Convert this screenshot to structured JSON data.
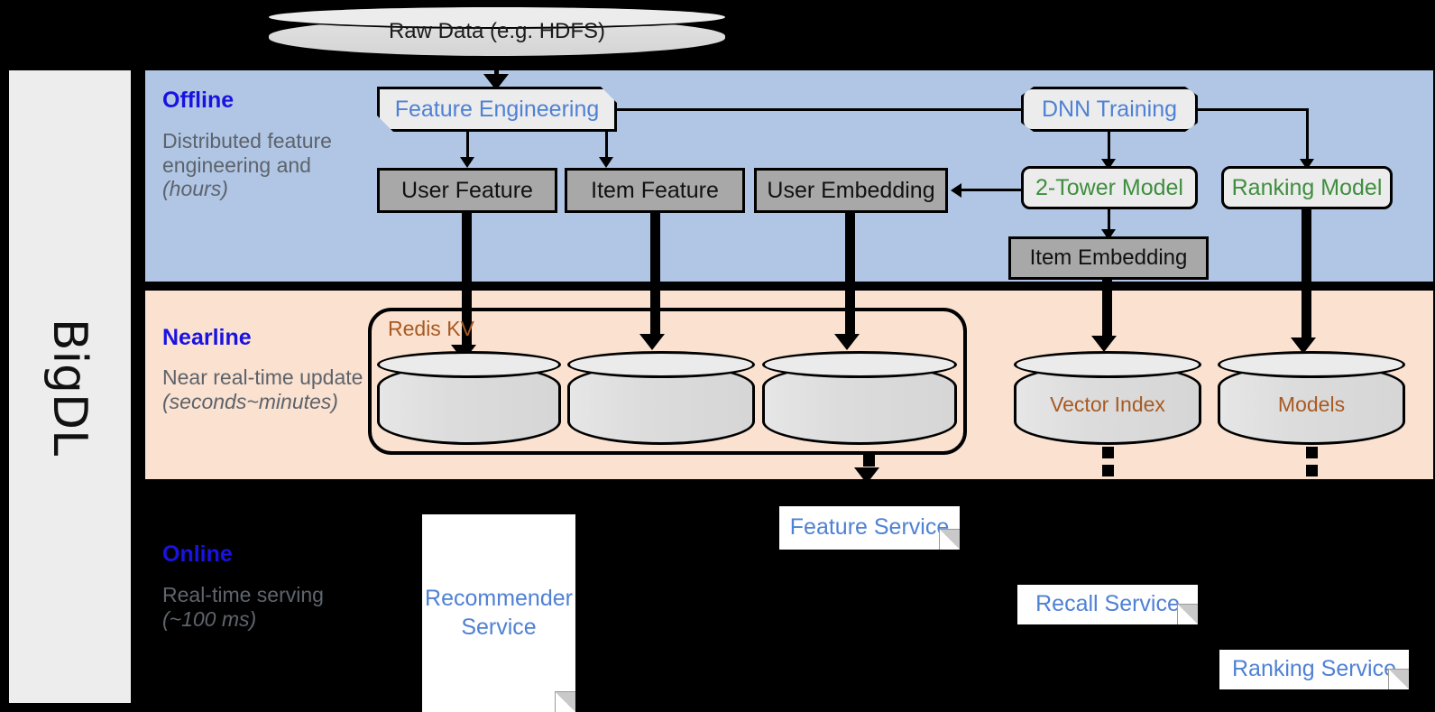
{
  "framework": {
    "name": "BigDL"
  },
  "source": {
    "label": "Raw Data (e.g. HDFS)",
    "shape": "cylinder-disk"
  },
  "bands": [
    {
      "id": "offline",
      "title": "Offline",
      "subtitle": "Distributed feature engineering and ",
      "subtitle_italic": "(hours)",
      "bg": "#b0c6e4"
    },
    {
      "id": "nearline",
      "title": "Nearline",
      "subtitle": "Near real-time update ",
      "subtitle_italic": "(seconds~minutes)",
      "bg": "#fae1d0"
    },
    {
      "id": "online",
      "title": "Online",
      "subtitle": "Real-time serving ",
      "subtitle_italic": "(~100 ms)",
      "bg": "#000000"
    }
  ],
  "offline": {
    "feature_engineering": {
      "label": "Feature Engineering",
      "color": "#4f81d4"
    },
    "dnn_training": {
      "label": "DNN Training",
      "color": "#4f81d4"
    },
    "user_feature": {
      "label": "User Feature"
    },
    "item_feature": {
      "label": "Item Feature"
    },
    "user_embedding": {
      "label": "User Embedding"
    },
    "two_tower_model": {
      "label": "2-Tower Model",
      "color": "#3f8e3f"
    },
    "ranking_model": {
      "label": "Ranking Model",
      "color": "#3f8e3f"
    },
    "item_embedding": {
      "label": "Item Embedding"
    }
  },
  "nearline": {
    "redis_kv": {
      "label": "Redis KV",
      "color": "#a85a22"
    },
    "stores": [
      {
        "label": ""
      },
      {
        "label": ""
      },
      {
        "label": ""
      }
    ],
    "vector_index": {
      "label": "Vector Index",
      "color": "#a85a22"
    },
    "models": {
      "label": "Models",
      "color": "#a85a22"
    }
  },
  "online": {
    "recommender_service": {
      "label": "Recommender Service",
      "color": "#4f81d4"
    },
    "feature_service": {
      "label": "Feature Service",
      "color": "#4f81d4"
    },
    "recall_service": {
      "label": "Recall Service",
      "color": "#4f81d4"
    },
    "ranking_service": {
      "label": "Ranking Service",
      "color": "#4f81d4"
    }
  },
  "colors": {
    "offline_bg": "#b0c6e4",
    "nearline_bg": "#fae1d0",
    "online_bg": "#000000",
    "band_title": "#1a13e0",
    "band_subtitle": "#5d636b",
    "blue_node_text": "#4f81d4",
    "green_node_text": "#3f8e3f",
    "brown_node_text": "#a85a22",
    "gray_box_fill": "#a8a8a8",
    "rail_fill": "#ededed"
  }
}
